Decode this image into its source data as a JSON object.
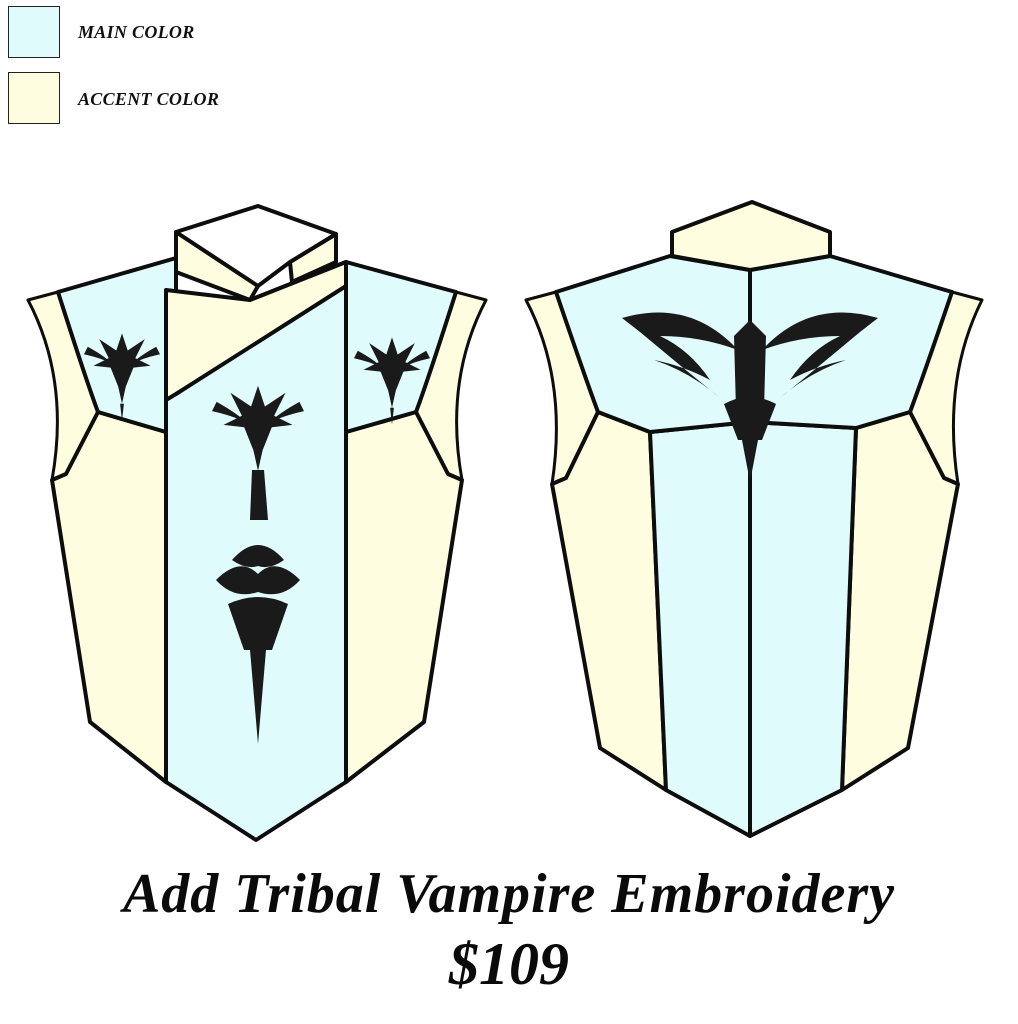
{
  "legend": {
    "main_label": "MAIN COLOR",
    "accent_label": "ACCENT COLOR"
  },
  "colors": {
    "main": "#e0fbfc",
    "accent": "#fefde0",
    "outline": "#0d0d0d",
    "embroidery": "#1a1a1a"
  },
  "product": {
    "title": "Add Tribal Vampire Embroidery",
    "price": "$109"
  }
}
